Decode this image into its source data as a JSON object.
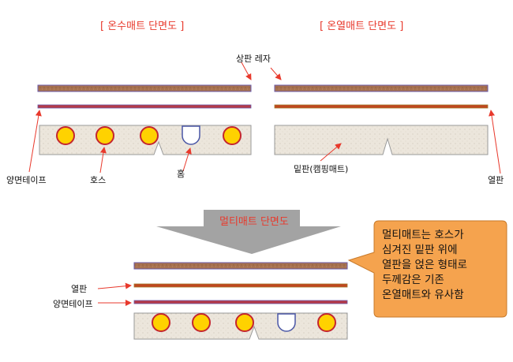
{
  "titles": {
    "left": "[ 온수매트 단면도 ]",
    "right": "[ 온열매트 단면도 ]"
  },
  "labels": {
    "laser": "상판 레자",
    "double_tape_left": "양면테이프",
    "hose": "호스",
    "groove": "홈",
    "base_board": "밑판(캠핑매트)",
    "heat_plate": "열판",
    "bottom_heat_plate": "열판",
    "bottom_double_tape": "양면테이프"
  },
  "banner": {
    "text": "멀티매트 단면도"
  },
  "callout": {
    "lines": [
      "멀티매트는 호스가",
      "심겨진 밑판 위에",
      "열판을 얹은 형태로",
      "두께감은 기존",
      "온열매트와 유사함"
    ]
  },
  "colors": {
    "title_red": "#e8392c",
    "laser_brown": "#a7714f",
    "heat_plate_orange": "#c0461f",
    "tape_red": "#b53a48",
    "base_beige": "#ece6dc",
    "hose_yellow": "#ffd200",
    "callout_orange": "#f5a34e",
    "arrow_gray": "#a3a3a3"
  }
}
